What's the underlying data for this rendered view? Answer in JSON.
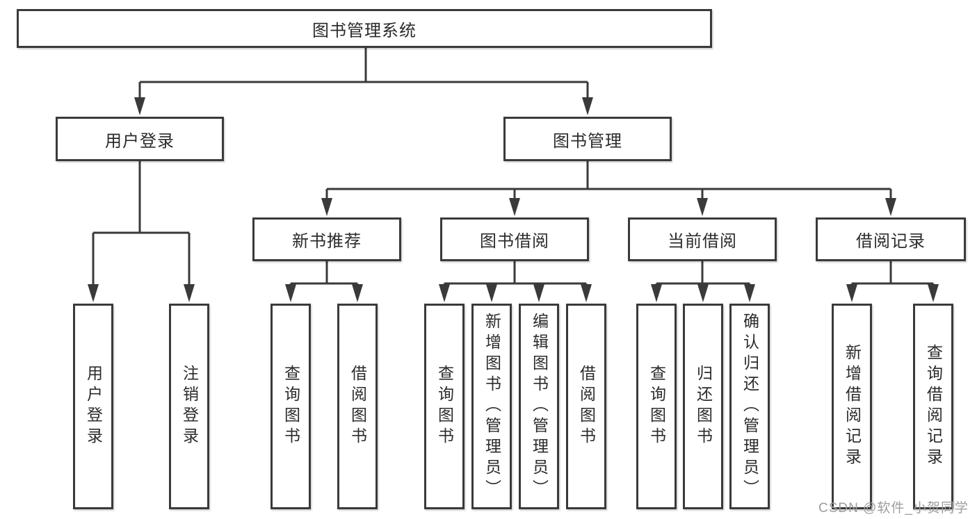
{
  "tree": {
    "label": "图书管理系统",
    "children": [
      {
        "label": "用户登录",
        "children": [
          {
            "label": "用户登录"
          },
          {
            "label": "注销登录"
          }
        ]
      },
      {
        "label": "图书管理",
        "children": [
          {
            "label": "新书推荐",
            "children": [
              {
                "label": "查询图书"
              },
              {
                "label": "借阅图书"
              }
            ]
          },
          {
            "label": "图书借阅",
            "children": [
              {
                "label": "查询图书"
              },
              {
                "label": "新增图书（管理员）"
              },
              {
                "label": "编辑图书（管理员）"
              },
              {
                "label": "借阅图书"
              }
            ]
          },
          {
            "label": "当前借阅",
            "children": [
              {
                "label": "查询图书"
              },
              {
                "label": "归还图书"
              },
              {
                "label": "确认归还（管理员）"
              }
            ]
          },
          {
            "label": "借阅记录",
            "children": [
              {
                "label": "新增借阅记录"
              },
              {
                "label": "查询借阅记录"
              }
            ]
          }
        ]
      }
    ]
  },
  "watermark": {
    "text": "CSDN @软件_小贺同学"
  },
  "colors": {
    "line": "#3a3a3a",
    "text": "#2b2b2b",
    "node_fill": "#ffffff",
    "watermark": "#9e9e9e"
  }
}
